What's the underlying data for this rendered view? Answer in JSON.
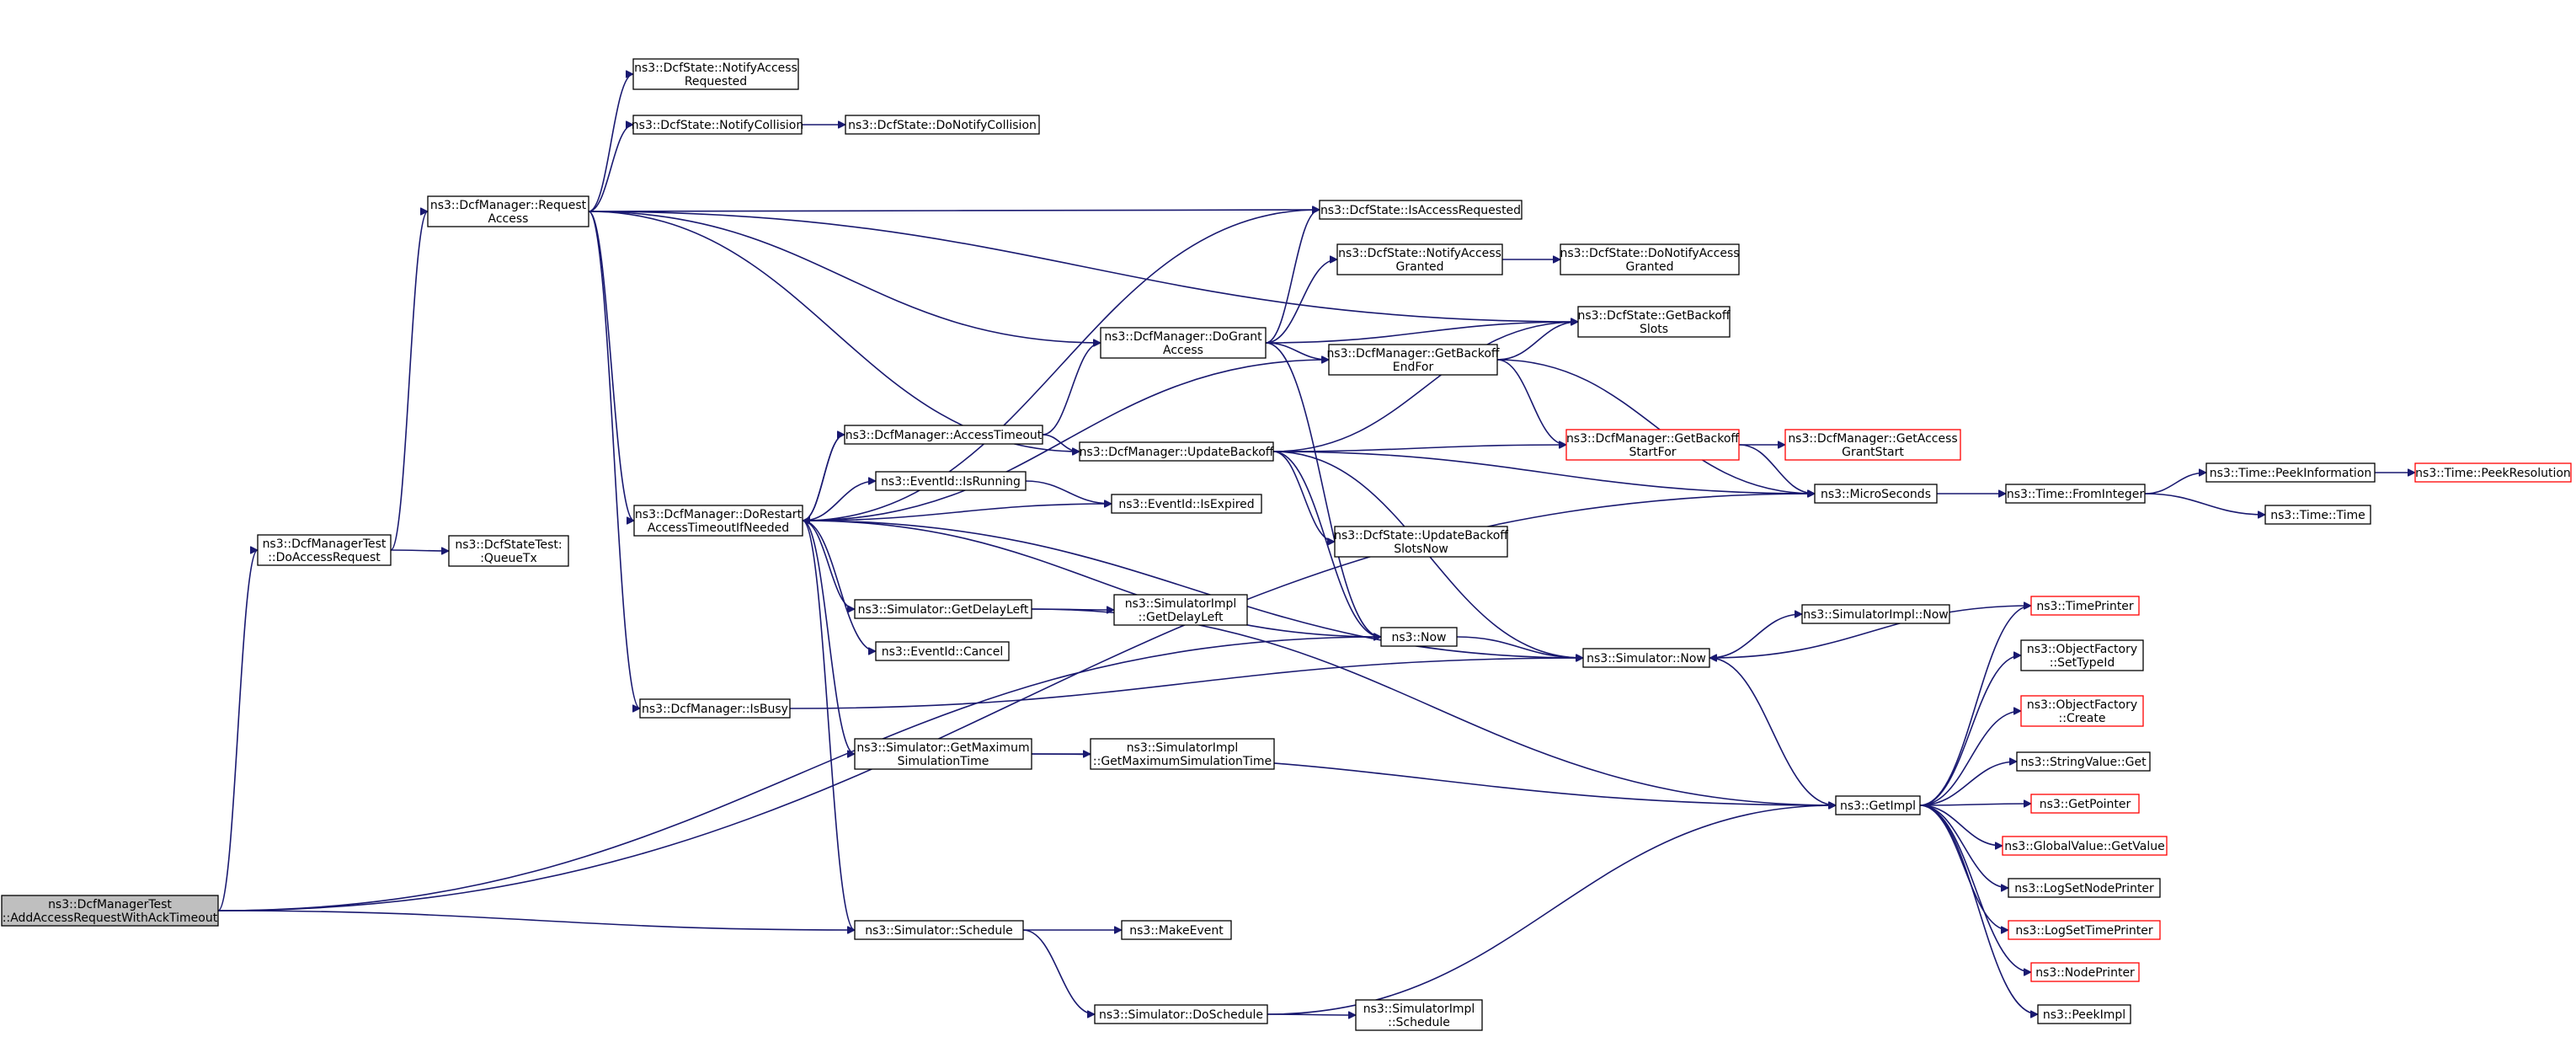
{
  "colors": {
    "edge": "#191970",
    "node_border_normal": "#000000",
    "node_border_truncated": "#ff0000",
    "root_fill": "#bfbfbf",
    "node_fill": "#ffffff"
  },
  "nodes": [
    {
      "id": "root",
      "lines": [
        "ns3::DcfManagerTest",
        "::AddAccessRequestWithAckTimeout"
      ],
      "style": "root"
    },
    {
      "id": "dar",
      "lines": [
        "ns3::DcfManagerTest",
        "::DoAccessRequest"
      ],
      "style": "normal"
    },
    {
      "id": "queuetx",
      "lines": [
        "ns3::DcfStateTest:",
        ":QueueTx"
      ],
      "style": "normal"
    },
    {
      "id": "req",
      "lines": [
        "ns3::DcfManager::Request",
        "Access"
      ],
      "style": "normal"
    },
    {
      "id": "nar",
      "lines": [
        "ns3::DcfState::NotifyAccess",
        "Requested"
      ],
      "style": "normal"
    },
    {
      "id": "nc",
      "lines": [
        "ns3::DcfState::NotifyCollision"
      ],
      "style": "normal"
    },
    {
      "id": "dnc",
      "lines": [
        "ns3::DcfState::DoNotifyCollision"
      ],
      "style": "normal"
    },
    {
      "id": "isreq",
      "lines": [
        "ns3::DcfState::IsAccessRequested"
      ],
      "style": "normal"
    },
    {
      "id": "nag",
      "lines": [
        "ns3::DcfState::NotifyAccess",
        "Granted"
      ],
      "style": "normal"
    },
    {
      "id": "dnag",
      "lines": [
        "ns3::DcfState::DoNotifyAccess",
        "Granted"
      ],
      "style": "normal"
    },
    {
      "id": "gbs",
      "lines": [
        "ns3::DcfState::GetBackoff",
        "Slots"
      ],
      "style": "normal"
    },
    {
      "id": "dga",
      "lines": [
        "ns3::DcfManager::DoGrant",
        "Access"
      ],
      "style": "normal"
    },
    {
      "id": "gbe",
      "lines": [
        "ns3::DcfManager::GetBackoff",
        "EndFor"
      ],
      "style": "normal"
    },
    {
      "id": "at",
      "lines": [
        "ns3::DcfManager::AccessTimeout"
      ],
      "style": "normal"
    },
    {
      "id": "ub",
      "lines": [
        "ns3::DcfManager::UpdateBackoff"
      ],
      "style": "normal"
    },
    {
      "id": "gbsf",
      "lines": [
        "ns3::DcfManager::GetBackoff",
        "StartFor"
      ],
      "style": "truncated"
    },
    {
      "id": "gags",
      "lines": [
        "ns3::DcfManager::GetAccess",
        "GrantStart"
      ],
      "style": "truncated"
    },
    {
      "id": "dr",
      "lines": [
        "ns3::DcfManager::DoRestart",
        "AccessTimeoutIfNeeded"
      ],
      "style": "normal"
    },
    {
      "id": "isrun",
      "lines": [
        "ns3::EventId::IsRunning"
      ],
      "style": "normal"
    },
    {
      "id": "isexp",
      "lines": [
        "ns3::EventId::IsExpired"
      ],
      "style": "normal"
    },
    {
      "id": "micro",
      "lines": [
        "ns3::MicroSeconds"
      ],
      "style": "normal"
    },
    {
      "id": "fromint",
      "lines": [
        "ns3::Time::FromInteger"
      ],
      "style": "normal"
    },
    {
      "id": "peekinfo",
      "lines": [
        "ns3::Time::PeekInformation"
      ],
      "style": "normal"
    },
    {
      "id": "peekres",
      "lines": [
        "ns3::Time::PeekResolution"
      ],
      "style": "truncated"
    },
    {
      "id": "timetime",
      "lines": [
        "ns3::Time::Time"
      ],
      "style": "normal"
    },
    {
      "id": "ubsn",
      "lines": [
        "ns3::DcfState::UpdateBackoff",
        "SlotsNow"
      ],
      "style": "normal"
    },
    {
      "id": "sgdl",
      "lines": [
        "ns3::Simulator::GetDelayLeft"
      ],
      "style": "normal"
    },
    {
      "id": "sigdl",
      "lines": [
        "ns3::SimulatorImpl",
        "::GetDelayLeft"
      ],
      "style": "normal"
    },
    {
      "id": "cancel",
      "lines": [
        "ns3::EventId::Cancel"
      ],
      "style": "normal"
    },
    {
      "id": "now",
      "lines": [
        "ns3::Now"
      ],
      "style": "normal"
    },
    {
      "id": "simnow",
      "lines": [
        "ns3::Simulator::Now"
      ],
      "style": "normal"
    },
    {
      "id": "siminow",
      "lines": [
        "ns3::SimulatorImpl::Now"
      ],
      "style": "normal"
    },
    {
      "id": "isbusy",
      "lines": [
        "ns3::DcfManager::IsBusy"
      ],
      "style": "normal"
    },
    {
      "id": "sgmst",
      "lines": [
        "ns3::Simulator::GetMaximum",
        "SimulationTime"
      ],
      "style": "normal"
    },
    {
      "id": "sigmst",
      "lines": [
        "ns3::SimulatorImpl",
        "::GetMaximumSimulationTime"
      ],
      "style": "normal"
    },
    {
      "id": "getimpl",
      "lines": [
        "ns3::GetImpl"
      ],
      "style": "normal"
    },
    {
      "id": "timeprinter",
      "lines": [
        "ns3::TimePrinter"
      ],
      "style": "truncated"
    },
    {
      "id": "ofsti",
      "lines": [
        "ns3::ObjectFactory",
        "::SetTypeId"
      ],
      "style": "normal"
    },
    {
      "id": "ofcreate",
      "lines": [
        "ns3::ObjectFactory",
        "::Create"
      ],
      "style": "truncated"
    },
    {
      "id": "svget",
      "lines": [
        "ns3::StringValue::Get"
      ],
      "style": "normal"
    },
    {
      "id": "getpointer",
      "lines": [
        "ns3::GetPointer"
      ],
      "style": "truncated"
    },
    {
      "id": "gvgv",
      "lines": [
        "ns3::GlobalValue::GetValue"
      ],
      "style": "truncated"
    },
    {
      "id": "lsnp",
      "lines": [
        "ns3::LogSetNodePrinter"
      ],
      "style": "normal"
    },
    {
      "id": "lstp",
      "lines": [
        "ns3::LogSetTimePrinter"
      ],
      "style": "truncated"
    },
    {
      "id": "nodeprinter",
      "lines": [
        "ns3::NodePrinter"
      ],
      "style": "truncated"
    },
    {
      "id": "peekimpl",
      "lines": [
        "ns3::PeekImpl"
      ],
      "style": "normal"
    },
    {
      "id": "schedule",
      "lines": [
        "ns3::Simulator::Schedule"
      ],
      "style": "normal"
    },
    {
      "id": "makeevent",
      "lines": [
        "ns3::MakeEvent"
      ],
      "style": "normal"
    },
    {
      "id": "dosched",
      "lines": [
        "ns3::Simulator::DoSchedule"
      ],
      "style": "normal"
    },
    {
      "id": "sisched",
      "lines": [
        "ns3::SimulatorImpl",
        "::Schedule"
      ],
      "style": "normal"
    }
  ],
  "edges": [
    [
      "root",
      "dar"
    ],
    [
      "root",
      "micro"
    ],
    [
      "root",
      "now"
    ],
    [
      "root",
      "schedule"
    ],
    [
      "dar",
      "queuetx"
    ],
    [
      "dar",
      "req"
    ],
    [
      "req",
      "nar"
    ],
    [
      "req",
      "nc"
    ],
    [
      "req",
      "isreq"
    ],
    [
      "req",
      "gbs"
    ],
    [
      "req",
      "dga"
    ],
    [
      "req",
      "ub"
    ],
    [
      "req",
      "dr"
    ],
    [
      "req",
      "isbusy"
    ],
    [
      "nc",
      "dnc"
    ],
    [
      "dga",
      "isreq"
    ],
    [
      "dga",
      "nag"
    ],
    [
      "dga",
      "gbs"
    ],
    [
      "dga",
      "gbe"
    ],
    [
      "dga",
      "now"
    ],
    [
      "nag",
      "dnag"
    ],
    [
      "gbe",
      "gbs"
    ],
    [
      "gbe",
      "gbsf"
    ],
    [
      "gbe",
      "micro"
    ],
    [
      "gbsf",
      "gags"
    ],
    [
      "gbsf",
      "micro"
    ],
    [
      "at",
      "dga"
    ],
    [
      "at",
      "ub"
    ],
    [
      "at",
      "dr"
    ],
    [
      "ub",
      "gbs"
    ],
    [
      "ub",
      "gbsf"
    ],
    [
      "ub",
      "micro"
    ],
    [
      "ub",
      "ubsn"
    ],
    [
      "ub",
      "now"
    ],
    [
      "ub",
      "simnow"
    ],
    [
      "dr",
      "isreq"
    ],
    [
      "dr",
      "gbe"
    ],
    [
      "dr",
      "at"
    ],
    [
      "dr",
      "isrun"
    ],
    [
      "dr",
      "isexp"
    ],
    [
      "dr",
      "sgdl"
    ],
    [
      "dr",
      "cancel"
    ],
    [
      "dr",
      "now"
    ],
    [
      "dr",
      "sgmst"
    ],
    [
      "dr",
      "schedule"
    ],
    [
      "dr",
      "simnow"
    ],
    [
      "isrun",
      "isexp"
    ],
    [
      "micro",
      "fromint"
    ],
    [
      "fromint",
      "peekinfo"
    ],
    [
      "fromint",
      "timetime"
    ],
    [
      "peekinfo",
      "peekres"
    ],
    [
      "sgdl",
      "sigdl"
    ],
    [
      "sgdl",
      "getimpl"
    ],
    [
      "now",
      "simnow"
    ],
    [
      "simnow",
      "siminow"
    ],
    [
      "simnow",
      "getimpl"
    ],
    [
      "isbusy",
      "simnow"
    ],
    [
      "sgmst",
      "sigmst"
    ],
    [
      "sgmst",
      "getimpl"
    ],
    [
      "getimpl",
      "timeprinter"
    ],
    [
      "getimpl",
      "ofsti"
    ],
    [
      "getimpl",
      "ofcreate"
    ],
    [
      "getimpl",
      "svget"
    ],
    [
      "getimpl",
      "getpointer"
    ],
    [
      "getimpl",
      "gvgv"
    ],
    [
      "getimpl",
      "lsnp"
    ],
    [
      "getimpl",
      "lstp"
    ],
    [
      "getimpl",
      "nodeprinter"
    ],
    [
      "getimpl",
      "peekimpl"
    ],
    [
      "timeprinter",
      "simnow"
    ],
    [
      "schedule",
      "makeevent"
    ],
    [
      "schedule",
      "dosched"
    ],
    [
      "dosched",
      "sisched"
    ],
    [
      "dosched",
      "getimpl"
    ]
  ]
}
